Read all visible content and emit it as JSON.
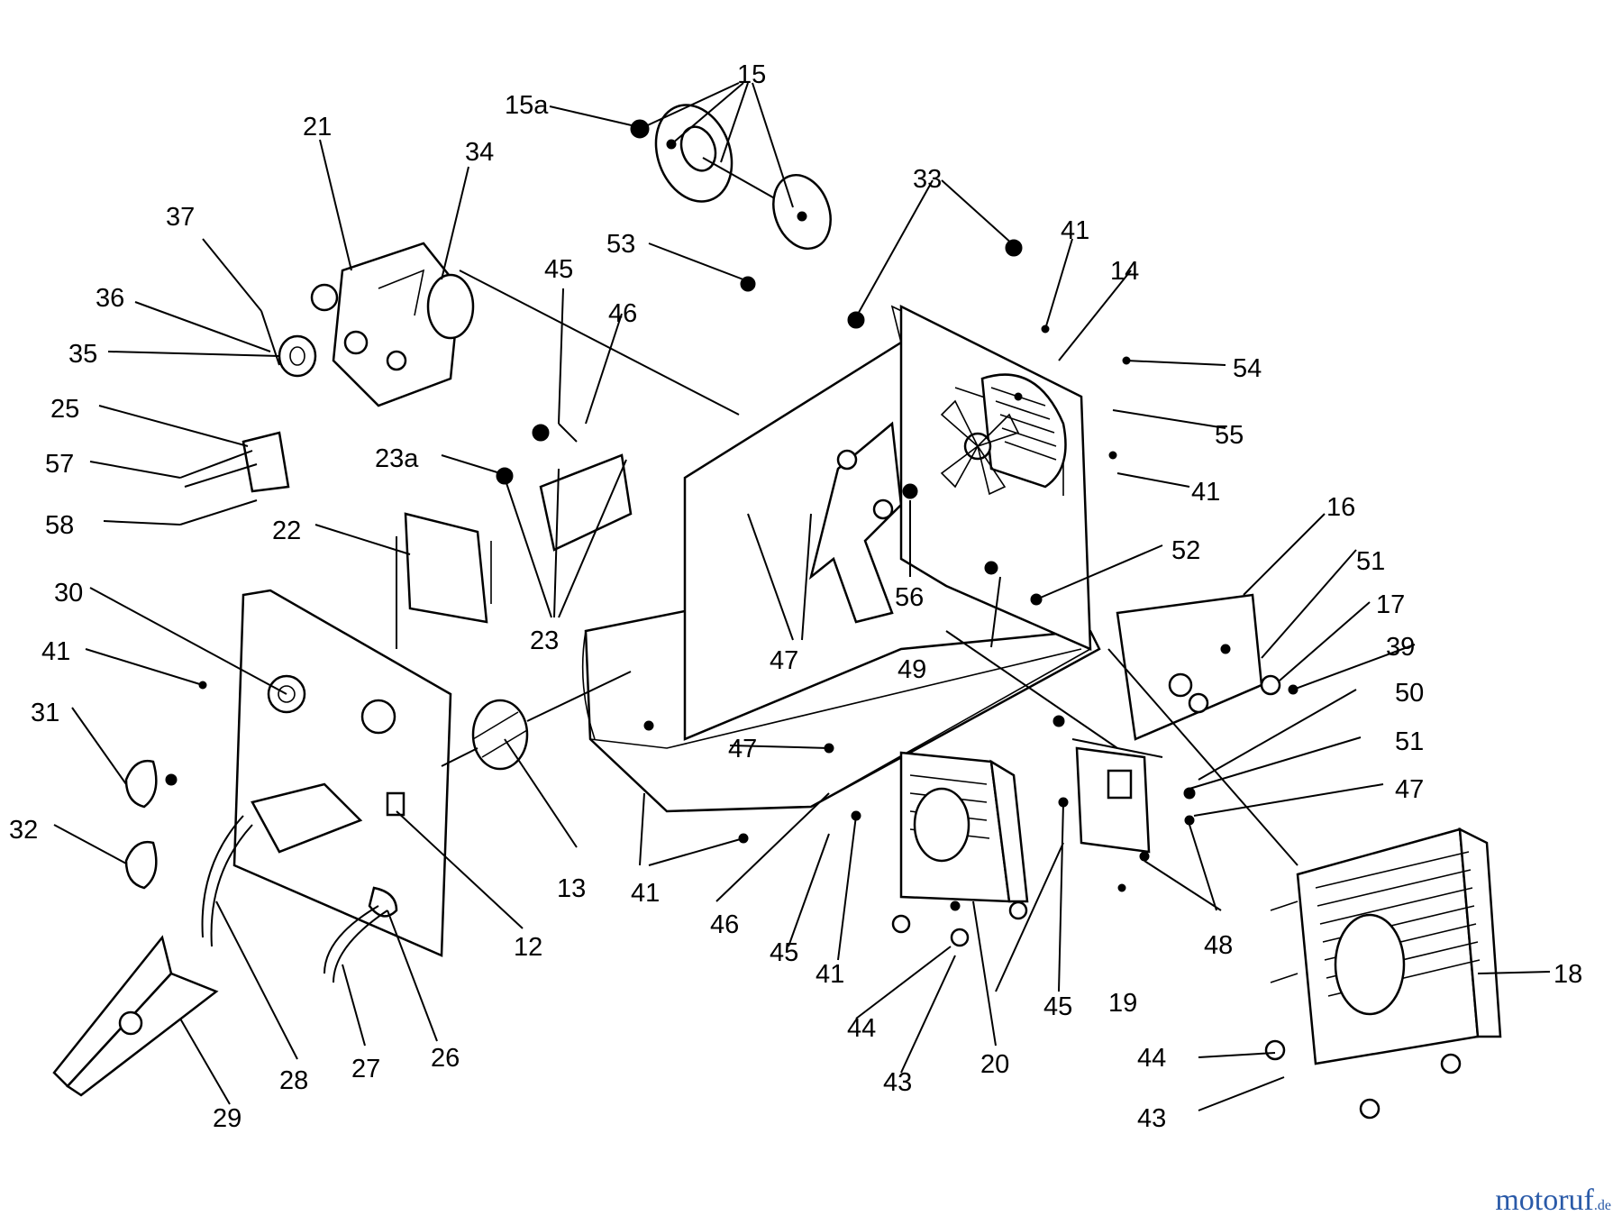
{
  "labels": [
    {
      "id": "15",
      "text": "15"
    },
    {
      "id": "15a",
      "text": "15a"
    },
    {
      "id": "21",
      "text": "21"
    },
    {
      "id": "34",
      "text": "34"
    },
    {
      "id": "37",
      "text": "37"
    },
    {
      "id": "53",
      "text": "53"
    },
    {
      "id": "33",
      "text": "33"
    },
    {
      "id": "41a",
      "text": "41"
    },
    {
      "id": "14",
      "text": "14"
    },
    {
      "id": "36",
      "text": "36"
    },
    {
      "id": "45a",
      "text": "45"
    },
    {
      "id": "46a",
      "text": "46"
    },
    {
      "id": "54",
      "text": "54"
    },
    {
      "id": "35",
      "text": "35"
    },
    {
      "id": "55",
      "text": "55"
    },
    {
      "id": "25",
      "text": "25"
    },
    {
      "id": "57",
      "text": "57"
    },
    {
      "id": "23a",
      "text": "23a"
    },
    {
      "id": "41b",
      "text": "41"
    },
    {
      "id": "16",
      "text": "16"
    },
    {
      "id": "58",
      "text": "58"
    },
    {
      "id": "52",
      "text": "52"
    },
    {
      "id": "22",
      "text": "22"
    },
    {
      "id": "51a",
      "text": "51"
    },
    {
      "id": "30",
      "text": "30"
    },
    {
      "id": "56",
      "text": "56"
    },
    {
      "id": "17",
      "text": "17"
    },
    {
      "id": "23",
      "text": "23"
    },
    {
      "id": "39",
      "text": "39"
    },
    {
      "id": "41c",
      "text": "41"
    },
    {
      "id": "47a",
      "text": "47"
    },
    {
      "id": "49",
      "text": "49"
    },
    {
      "id": "50",
      "text": "50"
    },
    {
      "id": "31",
      "text": "31"
    },
    {
      "id": "47b",
      "text": "47"
    },
    {
      "id": "51b",
      "text": "51"
    },
    {
      "id": "32",
      "text": "32"
    },
    {
      "id": "47c",
      "text": "47"
    },
    {
      "id": "13",
      "text": "13"
    },
    {
      "id": "41d",
      "text": "41"
    },
    {
      "id": "46b",
      "text": "46"
    },
    {
      "id": "12",
      "text": "12"
    },
    {
      "id": "48",
      "text": "48"
    },
    {
      "id": "45b",
      "text": "45"
    },
    {
      "id": "41e",
      "text": "41"
    },
    {
      "id": "18",
      "text": "18"
    },
    {
      "id": "45c",
      "text": "45"
    },
    {
      "id": "19",
      "text": "19"
    },
    {
      "id": "26",
      "text": "26"
    },
    {
      "id": "44a",
      "text": "44"
    },
    {
      "id": "20",
      "text": "20"
    },
    {
      "id": "28",
      "text": "28"
    },
    {
      "id": "27",
      "text": "27"
    },
    {
      "id": "44b",
      "text": "44"
    },
    {
      "id": "43a",
      "text": "43"
    },
    {
      "id": "29",
      "text": "29"
    },
    {
      "id": "43b",
      "text": "43"
    }
  ],
  "watermark": {
    "main": "motoruf",
    "tld": ".de"
  },
  "colors": {
    "ink": "#000000",
    "paper": "#ffffff",
    "watermark_blue": "#2a5aa8",
    "watermark_orange": "#e07a1f"
  }
}
